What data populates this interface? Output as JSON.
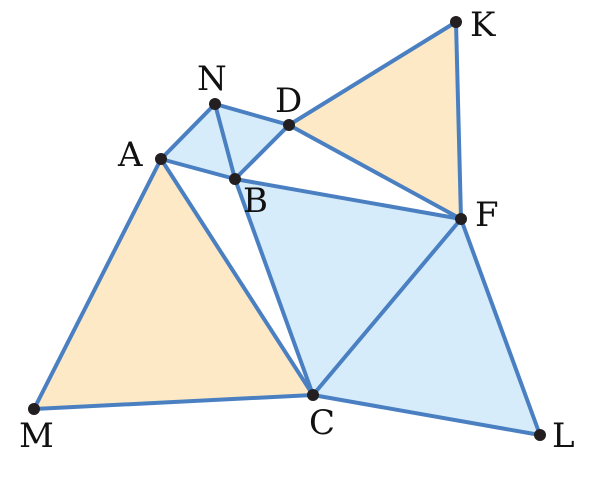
{
  "labels": {
    "A": "A",
    "B": "B",
    "C": "C",
    "D": "D",
    "F": "F",
    "K": "K",
    "L": "L",
    "M": "M",
    "N": "N"
  },
  "colors": {
    "edge": "#4a80c2",
    "orange_fill": "#fde9c6",
    "blue_fill": "#d6ecfa",
    "point": "#231f20"
  },
  "regions": [
    {
      "name": "triangle-ACM",
      "vertices": [
        "A",
        "C",
        "M"
      ],
      "fill": "orange"
    },
    {
      "name": "triangle-DFK",
      "vertices": [
        "D",
        "F",
        "K"
      ],
      "fill": "orange"
    },
    {
      "name": "quad-ANDB",
      "vertices": [
        "A",
        "N",
        "D",
        "B"
      ],
      "fill": "blue"
    },
    {
      "name": "triangle-BCF",
      "vertices": [
        "B",
        "C",
        "F"
      ],
      "fill": "blue"
    },
    {
      "name": "triangle-CFL",
      "vertices": [
        "C",
        "F",
        "L"
      ],
      "fill": "blue"
    }
  ],
  "segments": [
    [
      "A",
      "N"
    ],
    [
      "N",
      "D"
    ],
    [
      "D",
      "K"
    ],
    [
      "K",
      "F"
    ],
    [
      "F",
      "L"
    ],
    [
      "L",
      "C"
    ],
    [
      "C",
      "M"
    ],
    [
      "M",
      "A"
    ],
    [
      "A",
      "C"
    ],
    [
      "A",
      "B"
    ],
    [
      "B",
      "F"
    ],
    [
      "N",
      "B"
    ],
    [
      "B",
      "D"
    ],
    [
      "D",
      "F"
    ],
    [
      "B",
      "C"
    ],
    [
      "C",
      "F"
    ]
  ]
}
